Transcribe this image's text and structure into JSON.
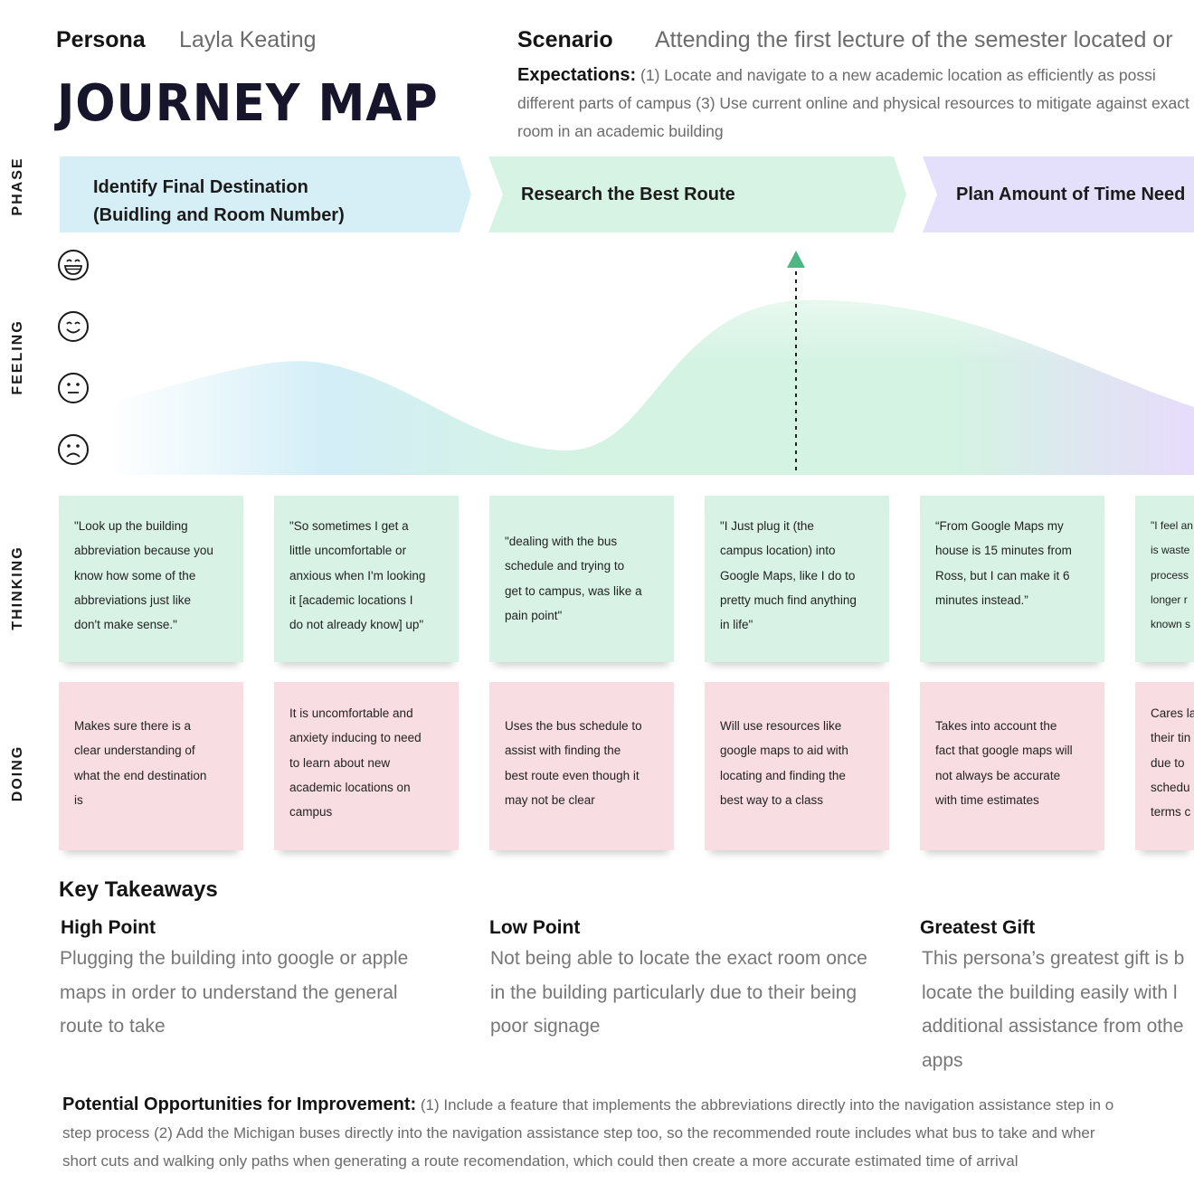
{
  "header": {
    "persona_label": "Persona",
    "persona_name": "Layla Keating",
    "title": "JOURNEY MAP",
    "scenario_label": "Scenario",
    "scenario_text": "Attending the first lecture of the semester located or",
    "expectations_label": "Expectations:",
    "expectations_text": " (1) Locate and navigate to a new academic location as efficiently as possi different parts of campus (3) Use current online and physical resources to mitigate against exact room in an academic building"
  },
  "rows": {
    "phase": "PHASE",
    "feeling": "FEELING",
    "thinking": "THINKING",
    "doing": "DOING"
  },
  "phases": [
    {
      "line1": "Identify Final Destination",
      "line2": "(Buidling and Room Number)",
      "color": "#d6eef5"
    },
    {
      "line1": "Research the Best Route",
      "line2": "",
      "color": "#d6f3e4"
    },
    {
      "line1": "Plan Amount of Time Need",
      "line2": "",
      "color": "#e4e0fb"
    }
  ],
  "feelings": {
    "scale": [
      "very-happy-face-icon",
      "happy-face-icon",
      "neutral-face-icon",
      "sad-face-icon"
    ],
    "marker": "high-point-arrow"
  },
  "thinking": [
    [
      "\"Look up the building",
      "abbreviation because you",
      "know how some of the",
      "abbreviations just like",
      "don't make sense.\""
    ],
    [
      "\"So sometimes I get a",
      "little uncomfortable or",
      "anxious when I'm looking",
      "it [academic locations I",
      "do not already know] up\""
    ],
    [
      "\"dealing with the bus",
      "schedule and trying to",
      "get to campus, was like a",
      "pain point\""
    ],
    [
      "\"I Just plug it (the",
      "campus location) into",
      "Google Maps, like I do to",
      "pretty much find anything",
      "in life\""
    ],
    [
      "“From Google Maps my",
      "house is 15 minutes from",
      "Ross, but I can make it 6",
      "minutes instead.”"
    ],
    [
      "\"I feel an",
      "is waste",
      "process",
      "longer r",
      "known s"
    ]
  ],
  "doing": [
    [
      "Makes sure there is a",
      "clear understanding of",
      "what the end destination",
      "is"
    ],
    [
      "It is uncomfortable and",
      "anxiety inducing to need",
      "to learn about new",
      "academic locations on",
      "campus"
    ],
    [
      "Uses the bus schedule to",
      "assist with finding the",
      "best route even though it",
      "may not be clear"
    ],
    [
      "Will use resources like",
      "google maps to aid with",
      "locating and finding the",
      "best way to a class"
    ],
    [
      "Takes into account the",
      "fact that google maps will",
      "not always be accurate",
      "with time estimates"
    ],
    [
      "Cares la",
      "their tin",
      "due to",
      "schedu",
      "terms c"
    ]
  ],
  "takeaways": {
    "title": "Key Takeaways",
    "items": [
      {
        "heading": "High Point",
        "lines": [
          "Plugging the building into google or apple",
          "maps in order to understand the general",
          "route to take"
        ]
      },
      {
        "heading": "Low Point",
        "lines": [
          "Not being able to locate the exact room once",
          "in the building particularly due to their being",
          "poor signage"
        ]
      },
      {
        "heading": "Greatest Gift",
        "lines": [
          "This persona’s greatest gift is b",
          "locate the building easily with l",
          "additional assistance from othe",
          "apps"
        ]
      }
    ]
  },
  "opportunities": {
    "label": "Potential Opportunities for Improvement:",
    "lines": [
      " (1) Include a feature that implements the abbreviations directly into the navigation assistance step in o",
      "step process (2) Add the Michigan buses directly into the navigation assistance step too, so the recommended route includes what bus to take and wher",
      "short cuts and walking only paths when generating a route recomendation, which could then create a more accurate estimated time of arrival"
    ]
  }
}
